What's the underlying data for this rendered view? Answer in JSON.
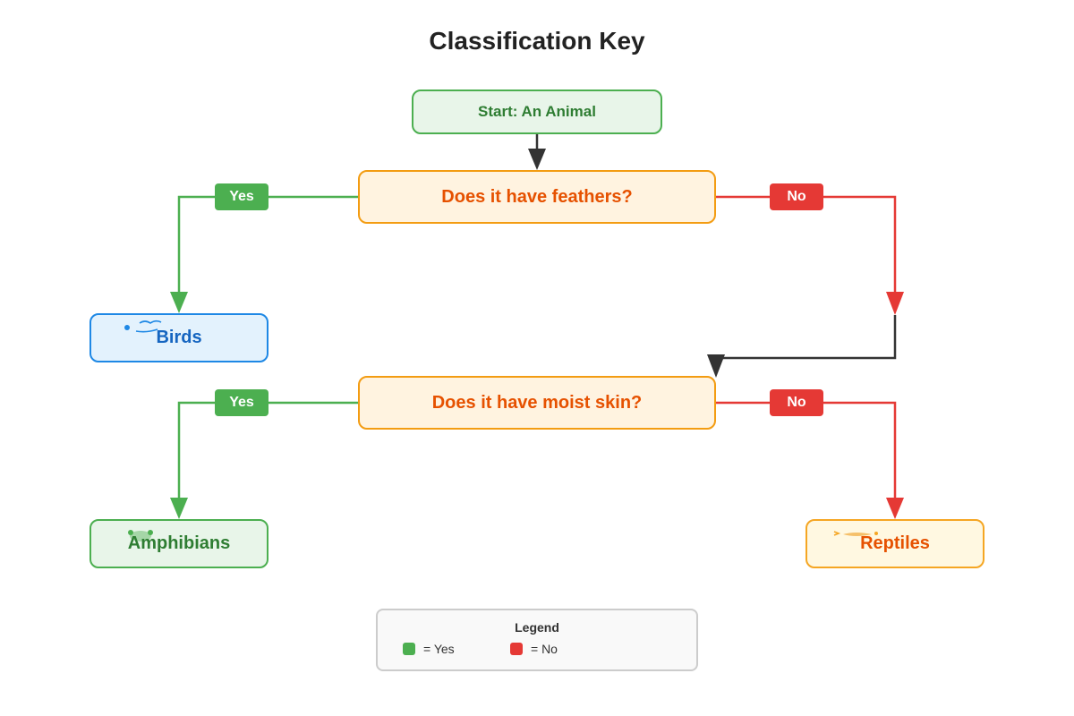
{
  "title": "Classification Key",
  "nodes": {
    "start": "Start: An Animal",
    "question1": "Does it have feathers?",
    "question2": "Does it have moist skin?",
    "birds": "Birds",
    "amphibians": "Amphibians",
    "reptiles": "Reptiles"
  },
  "branches": {
    "q1_yes": "Yes",
    "q1_no": "No",
    "q2_yes": "Yes",
    "q2_no": "No"
  },
  "legend": {
    "title": "Legend",
    "yes_text": "= Yes",
    "no_text": "= No"
  },
  "colors": {
    "yes": "#4caf50",
    "no": "#e53935",
    "start_fill": "#e8f5e9",
    "question_fill": "#fff3e0",
    "question_border": "#f39c12",
    "birds_fill": "#e3f2fd",
    "reptiles_fill": "#fff8e1"
  }
}
